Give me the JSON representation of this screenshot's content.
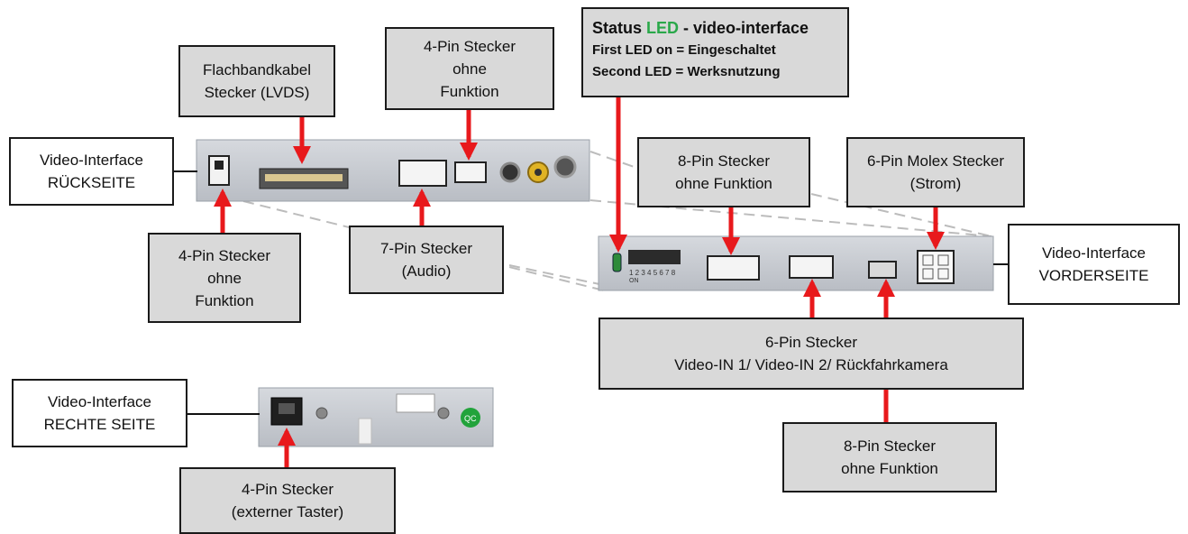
{
  "labels": {
    "flachband": [
      "Flachbandkabel",
      "Stecker (LVDS)"
    ],
    "pin4_top": [
      "4-Pin Stecker",
      "ohne",
      "Funktion"
    ],
    "status": {
      "prefix": "Status ",
      "led": "LED",
      "suffix": " - video-interface",
      "line2": "First LED on = Eingeschaltet",
      "line3": "Second LED = Werksnutzung"
    },
    "rear_title": [
      "Video-Interface",
      "RÜCKSEITE"
    ],
    "pin8_top": [
      "8-Pin Stecker",
      "ohne Funktion"
    ],
    "molex": [
      "6-Pin Molex Stecker",
      "(Strom)"
    ],
    "pin4_left": [
      "4-Pin Stecker",
      "ohne",
      "Funktion"
    ],
    "pin7": [
      "7-Pin Stecker",
      "(Audio)"
    ],
    "front_title": [
      "Video-Interface",
      "VORDERSEITE"
    ],
    "pin6_video": [
      "6-Pin Stecker",
      "Video-IN 1/ Video-IN 2/ Rückfahrkamera"
    ],
    "right_title": [
      "Video-Interface",
      "RECHTE SEITE"
    ],
    "pin8_bottom": [
      "8-Pin Stecker",
      "ohne Funktion"
    ],
    "taster": [
      "4-Pin Stecker",
      "(externer Taster)"
    ]
  },
  "panel_text": {
    "dip_numbers": "1 2 3 4 5 6 7 8",
    "dip_on": "ON",
    "sticker": "QC"
  },
  "colors": {
    "arrow": "#e8191c",
    "box_fill": "#d9d9d9",
    "panel": "#c9cdd3",
    "led_word": "#2aa84a"
  }
}
